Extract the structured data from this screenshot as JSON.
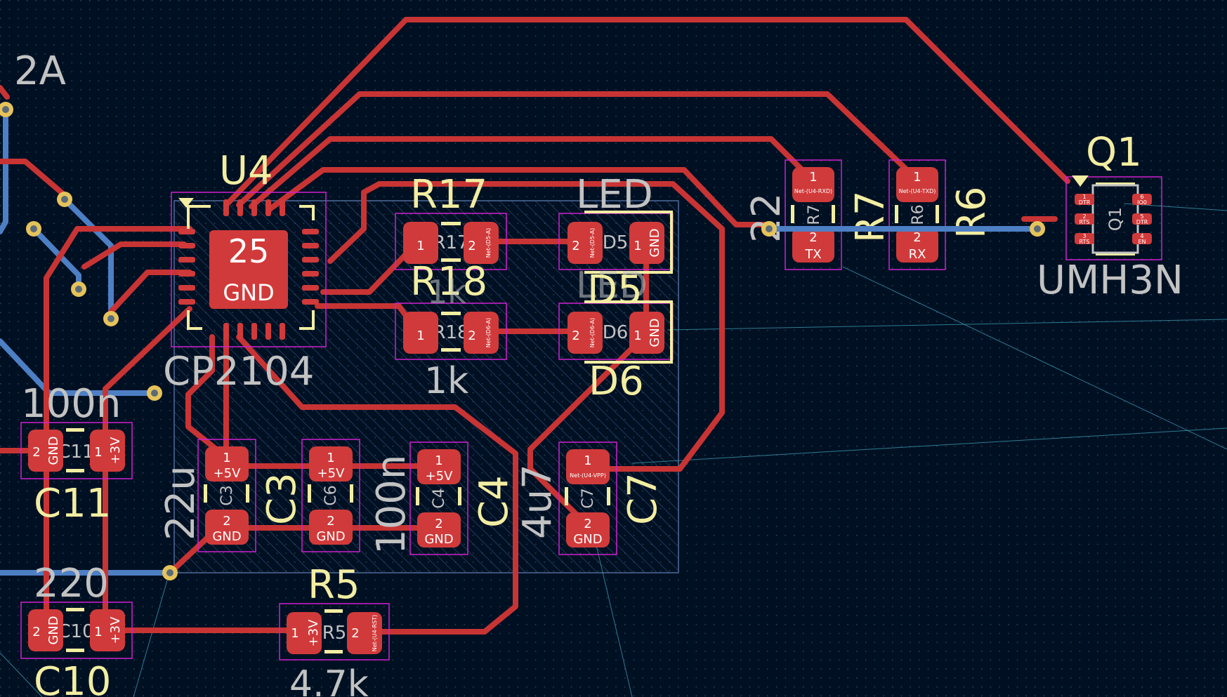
{
  "colors": {
    "background": "#001023",
    "front_copper": "#c83434",
    "back_copper": "#4d7fc4",
    "silkscreen": "#f2eda1",
    "fabrication": "#c2c2c2",
    "courtyard": "#d020d0",
    "via": "#e6c35a",
    "ratsnest": "#3f9fb3"
  },
  "labels": {
    "top_left": "2A",
    "u4_ref": "U4",
    "u4_value": "CP2104",
    "u4_pad_num": "25",
    "u4_pad_net": "GND",
    "r17_ref": "R17",
    "r18_ref": "R18",
    "r18_value": "1k",
    "r17_value": "1k",
    "led_top": "LED",
    "d5_ref": "D5",
    "d5_value": "LED",
    "d6_ref": "D6",
    "c11_ref": "C11",
    "c11_value": "100n",
    "c10_ref": "C10",
    "c10_value": "220",
    "c3_ref": "C3",
    "c3_value": "22u",
    "c6_value": "100n",
    "c4_ref": "C4",
    "c7_ref": "C7",
    "c7_value": "4u7",
    "r5_ref": "R5",
    "r5_value": "4.7k",
    "r7_ref": "R7",
    "r7_value": "22",
    "r6_ref": "R6",
    "q1_ref": "Q1",
    "q1_value": "UMH3N",
    "fab_r17": "R17",
    "fab_r18": "R18",
    "fab_d5": "D5",
    "fab_d6": "D6",
    "fab_c11": "C11",
    "fab_c10": "C10",
    "fab_c3": "C3",
    "fab_c6": "C6",
    "fab_c4": "C4",
    "fab_c7": "C7",
    "fab_r5": "R5",
    "fab_r7": "R7",
    "fab_r6": "R6",
    "fab_q1": "Q1"
  },
  "pads": {
    "one": "1",
    "two": "2",
    "gnd": "GND",
    "p3v": "+3V",
    "p5v": "+5V",
    "tx": "TX",
    "rx": "RX",
    "net_d5a": "Net-(D5-A)",
    "net_d6a": "Net-(D6-A)",
    "net_u4rxd": "Net-(U4-RXD)",
    "net_u4txd": "Net-(U4-TXD)",
    "net_u4vpp": "Net-(U4-VPP)",
    "net_u4rst": "Net-(U4-RST)",
    "q1_dtr": "DTR",
    "q1_rts": "RTS",
    "q1_io0": "IO0",
    "q1_en": "EN",
    "q1_p1": "1",
    "q1_p2": "2",
    "q1_p3": "3",
    "q1_p4": "4",
    "q1_p5": "5",
    "q1_p6": "6"
  }
}
